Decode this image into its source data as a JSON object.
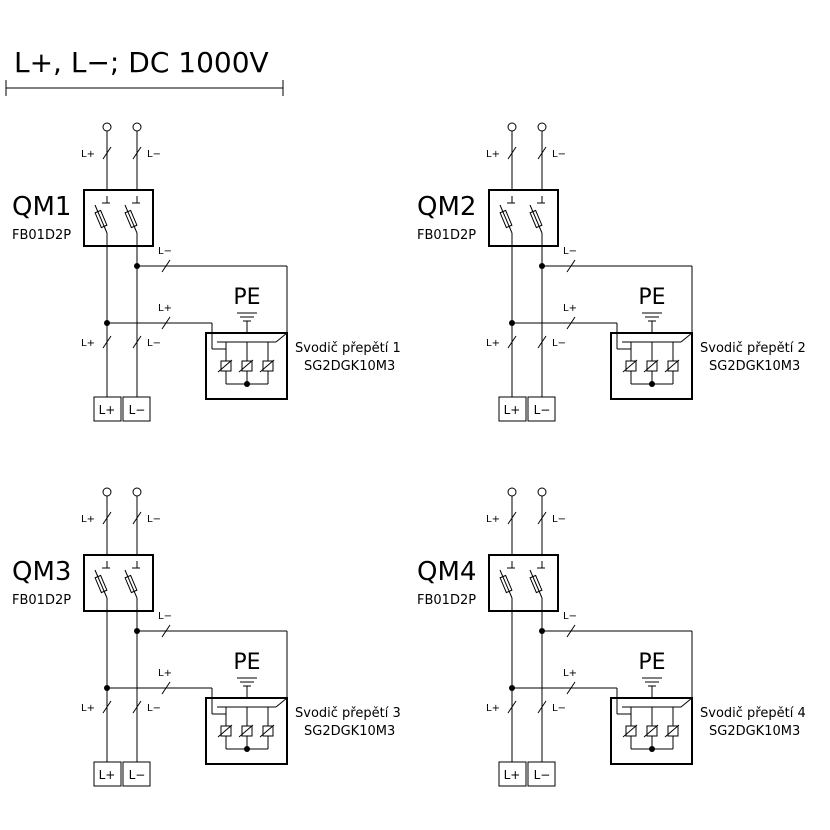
{
  "header": {
    "title": "L+, L−; DC 1000V"
  },
  "wire_labels": {
    "plus": "L+",
    "minus": "L−"
  },
  "pe_label": "PE",
  "terminals": {
    "plus": "L+",
    "minus": "L−"
  },
  "units": [
    {
      "breaker_name": "QM1",
      "breaker_model": "FB01D2P",
      "arrester_name": "Svodič přepětí 1",
      "arrester_model": "SG2DGK10M3"
    },
    {
      "breaker_name": "QM2",
      "breaker_model": "FB01D2P",
      "arrester_name": "Svodič přepětí 2",
      "arrester_model": "SG2DGK10M3"
    },
    {
      "breaker_name": "QM3",
      "breaker_model": "FB01D2P",
      "arrester_name": "Svodič přepětí 3",
      "arrester_model": "SG2DGK10M3"
    },
    {
      "breaker_name": "QM4",
      "breaker_model": "FB01D2P",
      "arrester_name": "Svodič přepětí 4",
      "arrester_model": "SG2DGK10M3"
    }
  ]
}
